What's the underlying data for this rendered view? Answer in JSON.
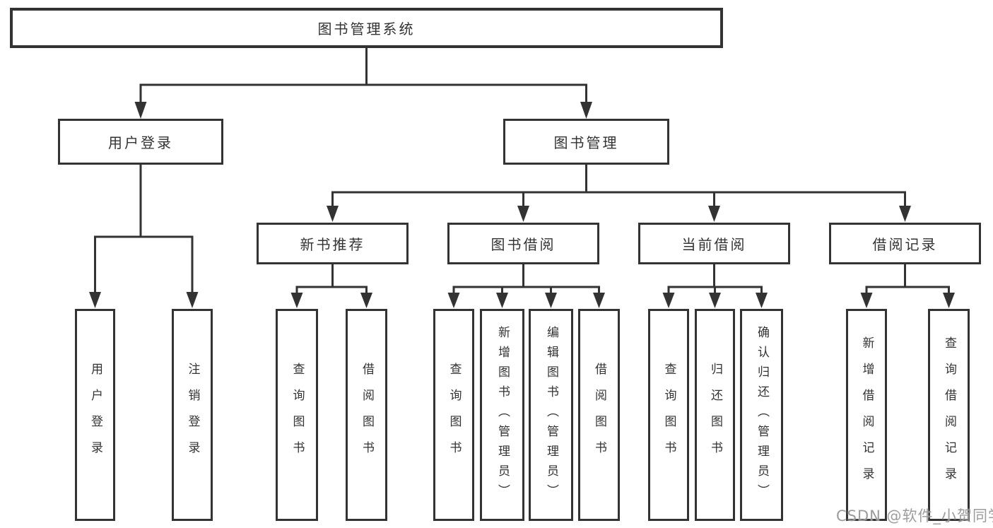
{
  "diagram": {
    "root": {
      "label": "图书管理系统"
    },
    "level2": [
      {
        "label": "用户登录"
      },
      {
        "label": "图书管理"
      }
    ],
    "level3": [
      {
        "label": "新书推荐",
        "parent": "图书管理"
      },
      {
        "label": "图书借阅",
        "parent": "图书管理"
      },
      {
        "label": "当前借阅",
        "parent": "图书管理"
      },
      {
        "label": "借阅记录",
        "parent": "图书管理"
      }
    ],
    "leaves": [
      {
        "label": "用户登录",
        "parent": "用户登录"
      },
      {
        "label": "注销登录",
        "parent": "用户登录"
      },
      {
        "label": "查询图书",
        "parent": "新书推荐"
      },
      {
        "label": "借阅图书",
        "parent": "新书推荐"
      },
      {
        "label": "查询图书",
        "parent": "图书借阅"
      },
      {
        "label": "新增图书（管理员）",
        "parent": "图书借阅"
      },
      {
        "label": "编辑图书（管理员）",
        "parent": "图书借阅"
      },
      {
        "label": "借阅图书",
        "parent": "图书借阅"
      },
      {
        "label": "查询图书",
        "parent": "当前借阅"
      },
      {
        "label": "归还图书",
        "parent": "当前借阅"
      },
      {
        "label": "确认归还（管理员）",
        "parent": "当前借阅"
      },
      {
        "label": "新增借阅记录",
        "parent": "借阅记录"
      },
      {
        "label": "查询借阅记录",
        "parent": "借阅记录"
      }
    ],
    "watermark": "CSDN @软件_小贺同学",
    "colors": {
      "line": "#333333",
      "text": "#333333",
      "background": "#ffffff",
      "watermark": "#949494"
    }
  }
}
